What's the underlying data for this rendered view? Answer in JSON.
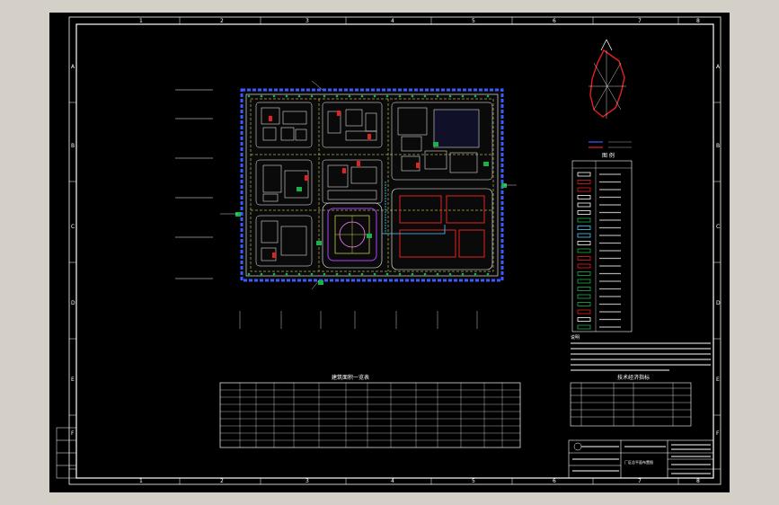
{
  "drawing": {
    "background": "#000000",
    "line_color": "#ffffff",
    "accent_colors": {
      "site_border": "#3a5cff",
      "road_dash": "#ffff66",
      "green": "#19b24a",
      "red": "#e52020",
      "cyan": "#40d0ff",
      "magenta": "#e040e0"
    },
    "zone_letters_left": [
      "A",
      "B",
      "C",
      "D",
      "E",
      "F"
    ],
    "zone_letters_right": [
      "A",
      "B",
      "C",
      "D",
      "E",
      "F"
    ],
    "zone_numbers_bottom": [
      "1",
      "2",
      "3",
      "4",
      "5",
      "6",
      "7",
      "8"
    ],
    "table_title": "建筑面积一览表",
    "tech_table_title": "技术经济指标",
    "legend_title": "图  例",
    "notes_heading": "说明",
    "title_block_drawing_name": "厂区总平面布置图"
  }
}
